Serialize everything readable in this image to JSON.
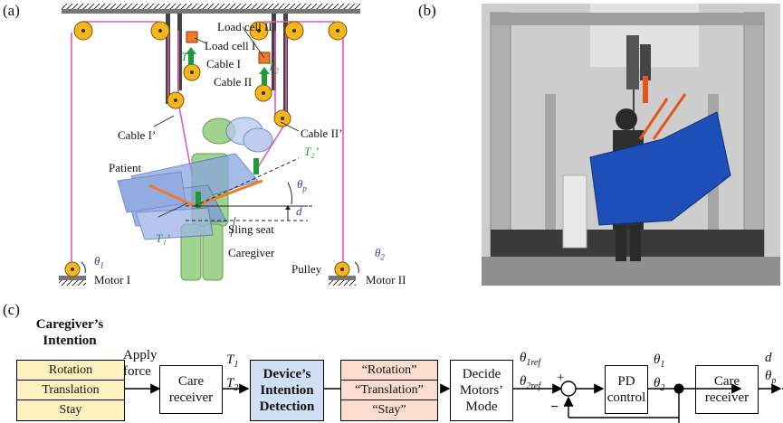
{
  "panel_a": {
    "label": "(a)",
    "load_cell_2": "Load cell II",
    "load_cell_1": "Load cell I",
    "cable_1": "Cable I",
    "cable_2": "Cable II",
    "cable_1p": "Cable I’",
    "cable_2p": "Cable II’",
    "t1": "T",
    "t1_sub": "1",
    "t2": "T",
    "t2_sub": "2",
    "t2p": "T₂’",
    "t1p": "T₁’",
    "patient": "Patient",
    "theta_p": "θ",
    "theta_p_sub": "p",
    "d": "d",
    "sling_seat": "Sling seat",
    "caregiver": "Caregiver",
    "theta1": "θ",
    "theta1_sub": "1",
    "theta2": "θ",
    "theta2_sub": "2",
    "motor1": "Motor I",
    "motor2": "Motor II",
    "pulley": "Pulley",
    "colors": {
      "pulley": "#f5b51c",
      "cable": "#e05ab8",
      "patient": "#6f8fd6",
      "caregiver": "#7fc46a",
      "load_cell": "#f07a2a",
      "sensor": "#1f9a3a"
    }
  },
  "panel_b": {
    "label": "(b)"
  },
  "panel_c": {
    "label": "(c)",
    "intention_title_1": "Caregiver’s",
    "intention_title_2": "Intention",
    "intention_items": [
      "Rotation",
      "Translation",
      "Stay"
    ],
    "apply_force": [
      "Apply",
      "force"
    ],
    "care_receiver_1": [
      "Care",
      "receiver"
    ],
    "t_labels": {
      "t1": "T",
      "t1_sub": "1",
      "t2": "T",
      "t2_sub": "2"
    },
    "detection": [
      "Device’s",
      "Intention",
      "Detection"
    ],
    "modes": [
      "“Rotation”",
      "“Translation”",
      "“Stay”"
    ],
    "decide": [
      "Decide",
      "Motors’",
      "Mode"
    ],
    "ref1": "θ",
    "ref1_sub": "1ref",
    "ref2": "θ",
    "ref2_sub": "2ref",
    "plus": "+",
    "minus": "−",
    "pd": [
      "PD",
      "control"
    ],
    "th1": "θ",
    "th1_sub": "1",
    "th2": "θ",
    "th2_sub": "2",
    "care_receiver_2": [
      "Care",
      "receiver"
    ],
    "out_d": "d",
    "out_theta": "θ",
    "out_theta_sub": "p",
    "colors": {
      "intention_fill": "#fdf2bd",
      "detection_fill": "#cfe0f3",
      "mode_fill": "#fbdccd"
    }
  }
}
